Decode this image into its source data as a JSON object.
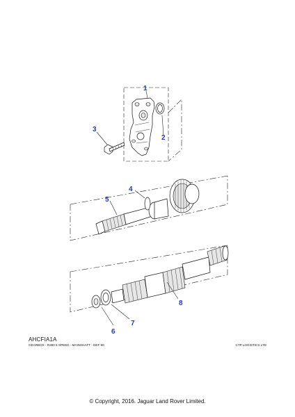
{
  "diagram": {
    "callouts": [
      "1",
      "2",
      "3",
      "4",
      "5",
      "6",
      "7",
      "8"
    ],
    "reference_code": "AHCFIA1A",
    "description": "GEARBOX - R380 5 SPEED - MAINSHAFT - DEF 90",
    "company": "CTP LOGISTICS LTD",
    "copyright": "© Copyright, 2016. Jaguar Land Rover Limited.",
    "callout_color": "#1f3bb3"
  }
}
